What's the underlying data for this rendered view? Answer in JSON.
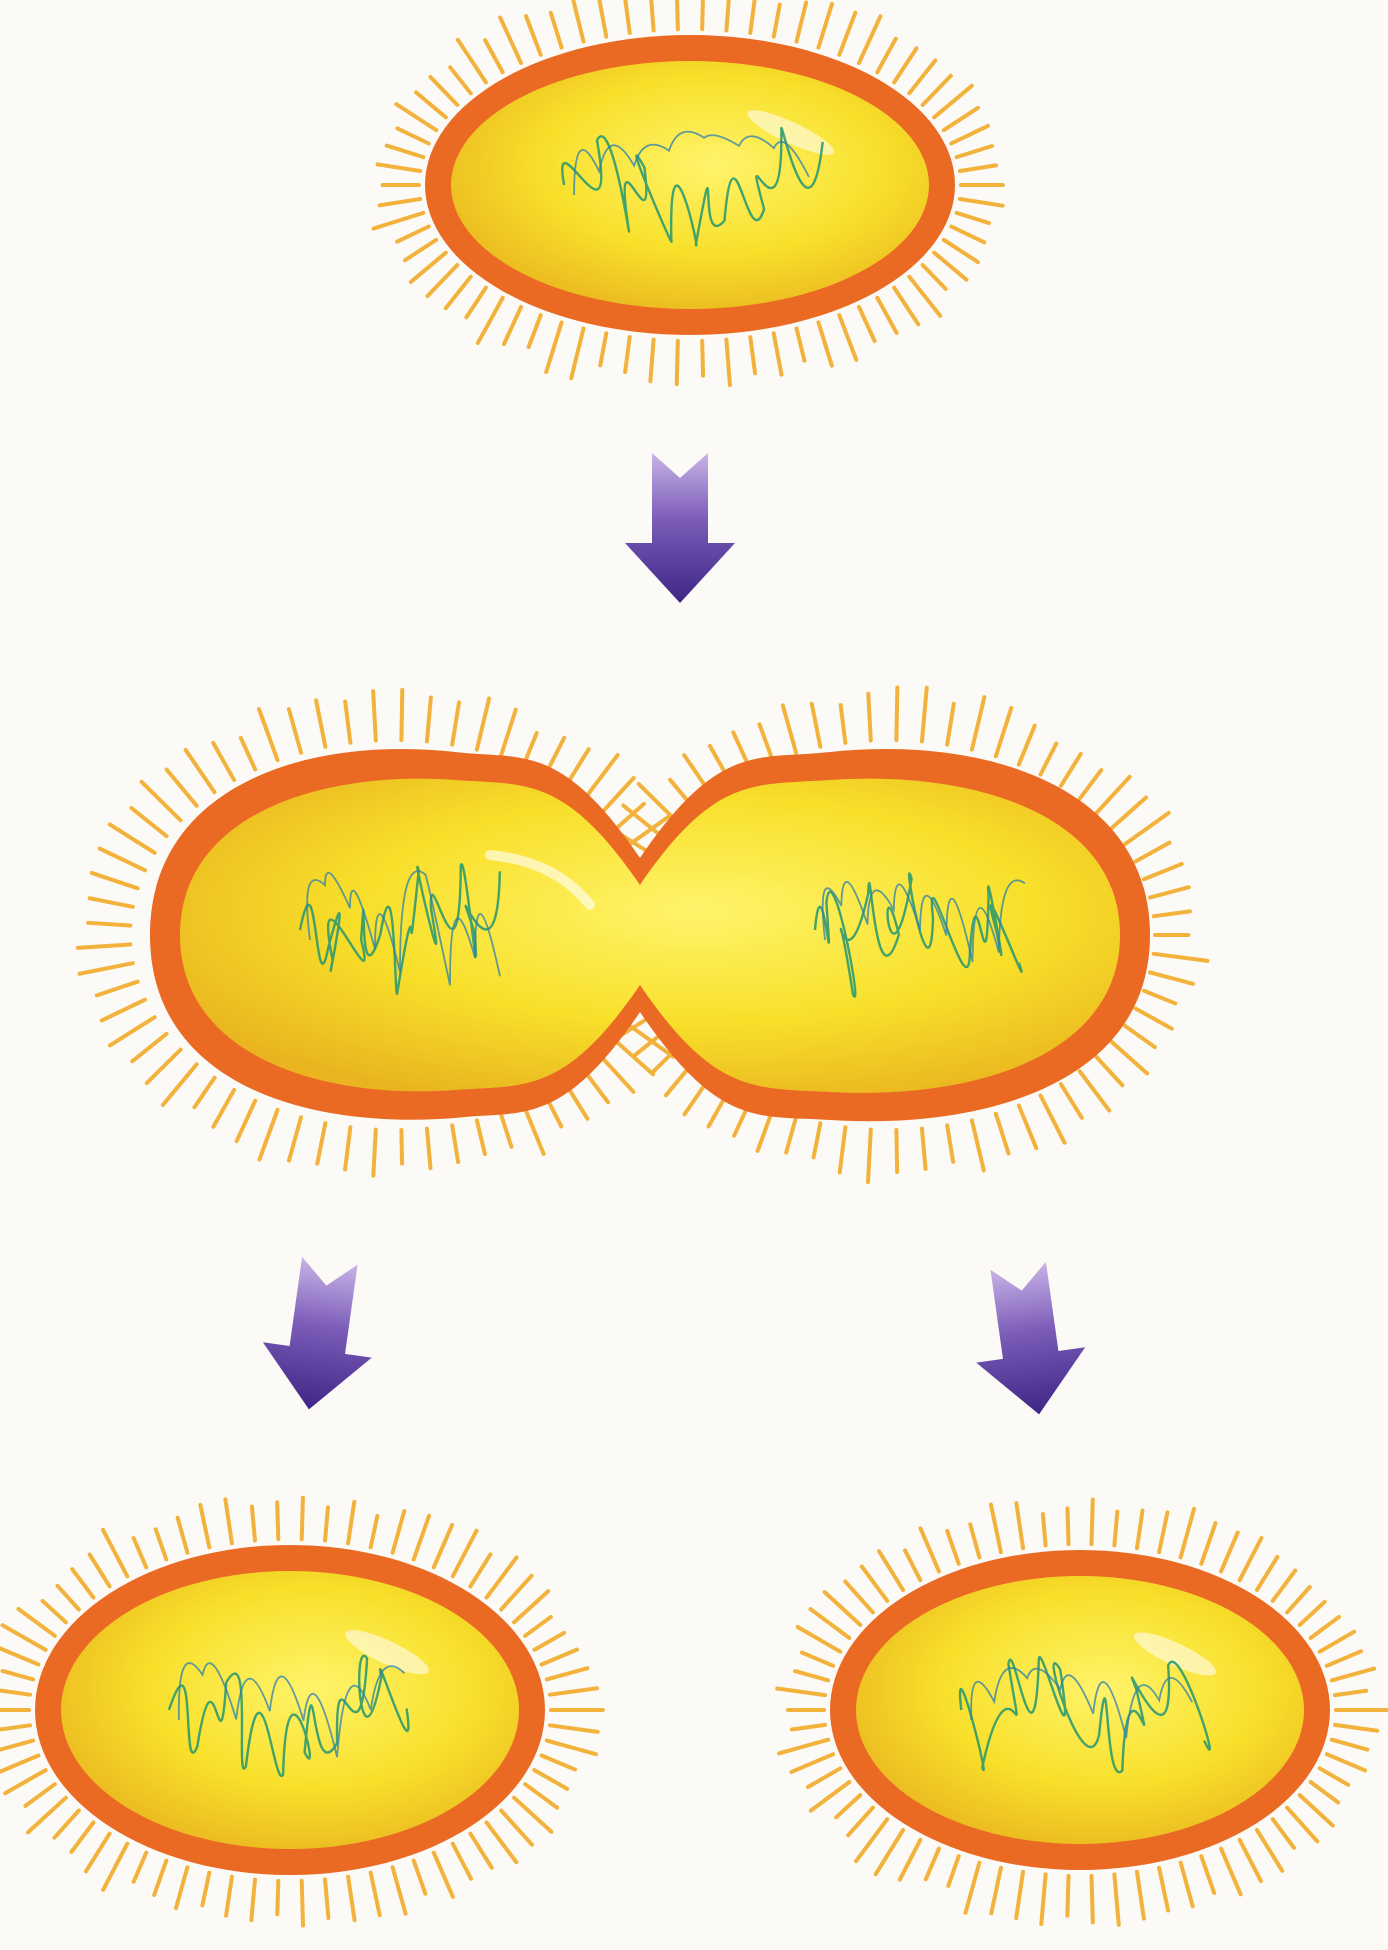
{
  "diagram": {
    "stages": [
      {
        "id": "parent",
        "cells": 1
      },
      {
        "id": "dividing",
        "cells": 2
      },
      {
        "id": "daughters",
        "cells": 2
      }
    ],
    "arrows": 3
  },
  "colors": {
    "background": "#fbfaf6",
    "cell_wall": "#ea6a24",
    "cytoplasm": "#f8e02a",
    "cilia": "#f2b23c",
    "dna": "#2f9a6e",
    "arrow": "#4b2f8e"
  }
}
